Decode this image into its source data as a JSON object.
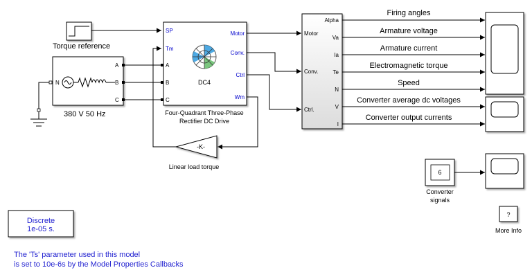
{
  "blocks": {
    "torque_reference": {
      "label": "Torque reference"
    },
    "source": {
      "label": "380 V  50 Hz",
      "port_n": "N",
      "ports": [
        "A",
        "B",
        "C"
      ]
    },
    "drive": {
      "label": "DC4",
      "caption_line1": "Four-Quadrant Three-Phase",
      "caption_line2": "Rectifier DC Drive",
      "in_ports": [
        "SP",
        "Tm",
        "A",
        "B",
        "C"
      ],
      "out_ports": [
        "Motor",
        "Conv.",
        "Ctrl",
        "Wm"
      ]
    },
    "gain": {
      "value": "-K-",
      "label": "Linear load torque"
    },
    "demux": {
      "in_ports": [
        "Motor",
        "Conv.",
        "Ctrl."
      ],
      "out_ports": [
        "Alpha",
        "Va",
        "Ia",
        "Te",
        "N",
        "V",
        "I"
      ]
    },
    "converter_signals": {
      "value": "6",
      "label_line1": "Converter",
      "label_line2": "signals"
    },
    "more_info": {
      "symbol": "?",
      "label": "More Info"
    },
    "discrete": {
      "line1": "Discrete",
      "line2": "1e-05 s."
    }
  },
  "signals": [
    "Firing angles",
    "Armature voltage",
    "Armature current",
    "Electromagnetic torque",
    "Speed",
    "Converter average dc voltages",
    "Converter output currents"
  ],
  "note": {
    "line1": "The 'Ts' parameter used in this model",
    "line2": "is set to 10e-6s  by the Model Properties Callbacks"
  },
  "colors": {
    "port_label": "#0000cc",
    "note_text": "#1f1fd0",
    "scope_screen": "#ffffff",
    "fan_blue": "#3aa0e0",
    "fan_green": "#6cc070"
  }
}
